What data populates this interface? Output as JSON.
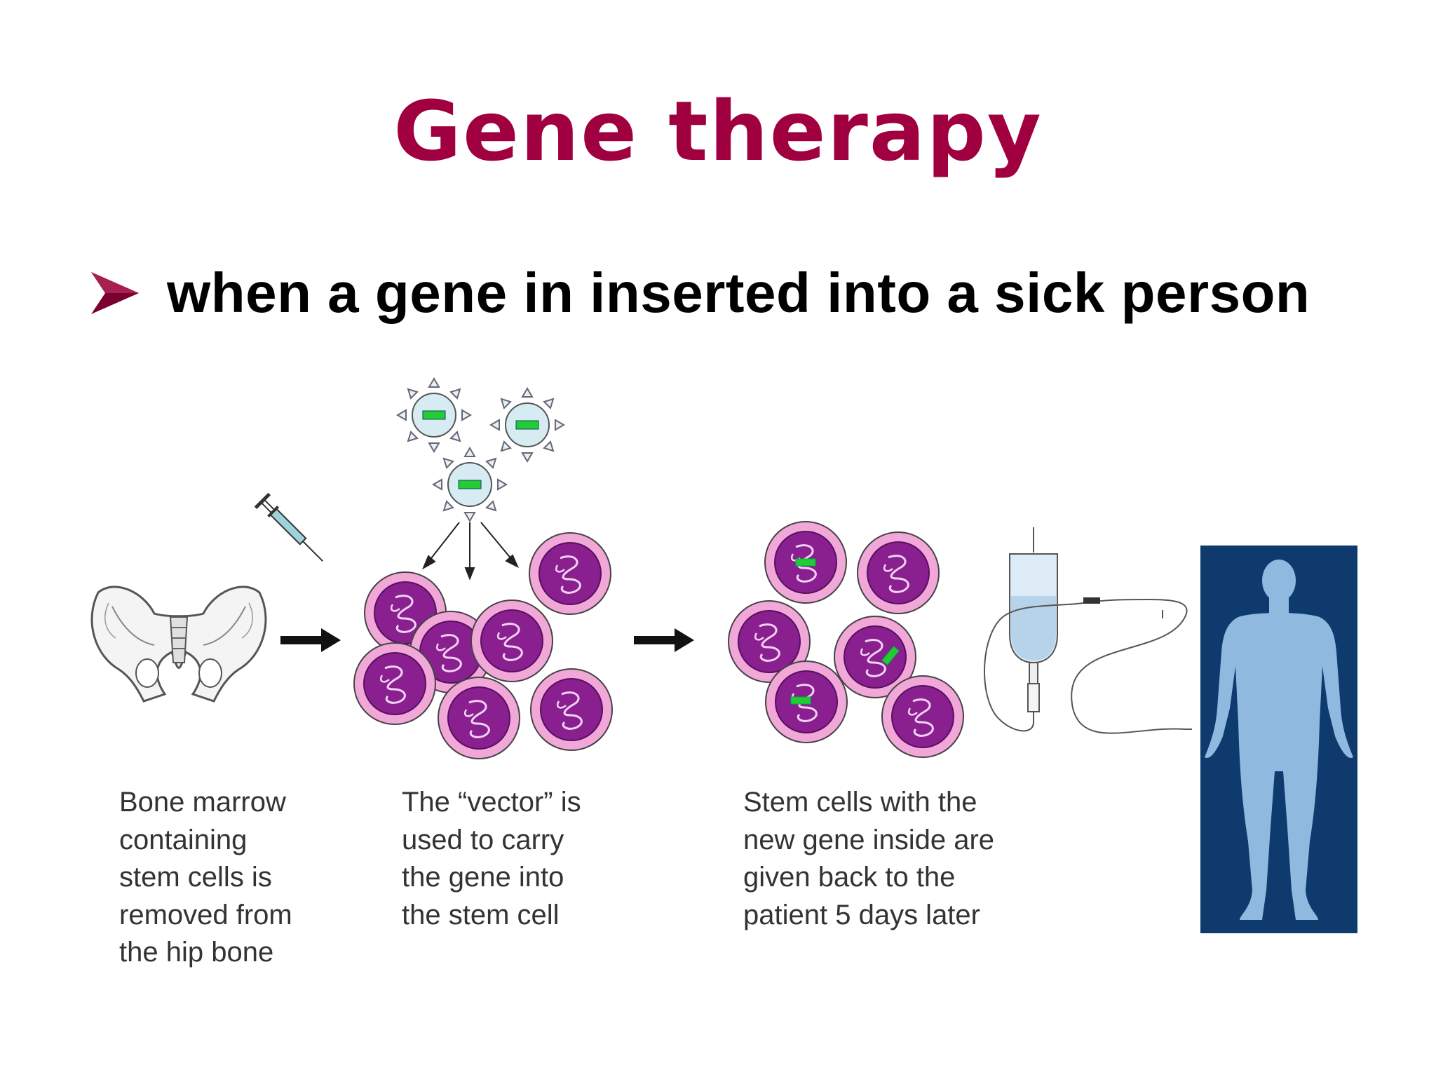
{
  "title": "Gene therapy",
  "bullet": "when a gene in inserted into a sick person",
  "steps": [
    {
      "lines": [
        "Bone marrow",
        "containing",
        "stem cells is",
        "removed from",
        "the hip bone"
      ]
    },
    {
      "lines": [
        "The “vector” is",
        "used to carry",
        "the gene into",
        "the stem cell"
      ]
    },
    {
      "lines": [
        "Stem cells with the",
        "new gene inside are",
        "given back to the",
        "patient 5 days later"
      ]
    }
  ],
  "colors": {
    "title": "#a0003f",
    "bullet_arrow": "#7a0030",
    "cell_membrane": "#f1a8d8",
    "cell_nucleus": "#8a1f8f",
    "gene_marker": "#22cc33",
    "patient_panel": "#0e3a6e",
    "patient_body": "#8fb9df"
  }
}
